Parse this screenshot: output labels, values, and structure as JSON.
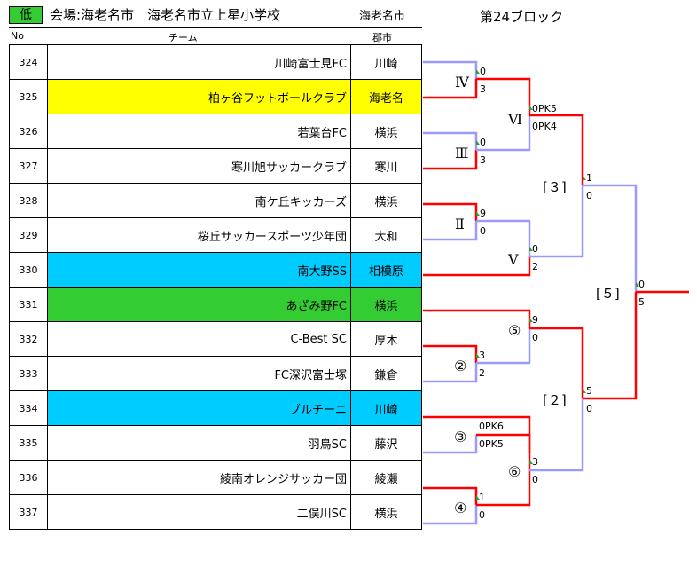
{
  "header": {
    "level": "低",
    "venue": "会場:海老名市　海老名市立上星小学校",
    "city": "海老名市",
    "block": "第24ブロック"
  },
  "columns": {
    "no": "No",
    "team": "チーム",
    "city": "郡市"
  },
  "teams": [
    {
      "no": "324",
      "name": "川崎富士見FC",
      "city": "川崎",
      "highlight": ""
    },
    {
      "no": "325",
      "name": "柏ヶ谷フットボールクラブ",
      "city": "海老名",
      "highlight": "#ffff00"
    },
    {
      "no": "326",
      "name": "若葉台FC",
      "city": "横浜",
      "highlight": ""
    },
    {
      "no": "327",
      "name": "寒川旭サッカークラブ",
      "city": "寒川",
      "highlight": ""
    },
    {
      "no": "328",
      "name": "南ケ丘キッカーズ",
      "city": "横浜",
      "highlight": ""
    },
    {
      "no": "329",
      "name": "桜丘サッカースポーツ少年団",
      "city": "大和",
      "highlight": ""
    },
    {
      "no": "330",
      "name": "南大野SS",
      "city": "相模原",
      "highlight": "#00ccff"
    },
    {
      "no": "331",
      "name": "あざみ野FC",
      "city": "横浜",
      "highlight": "#33cc33"
    },
    {
      "no": "332",
      "name": "C-Best SC",
      "city": "厚木",
      "highlight": ""
    },
    {
      "no": "333",
      "name": "FC深沢富士塚",
      "city": "鎌倉",
      "highlight": ""
    },
    {
      "no": "334",
      "name": "ブルチーニ",
      "city": "川崎",
      "highlight": "#00ccff"
    },
    {
      "no": "335",
      "name": "羽鳥SC",
      "city": "藤沢",
      "highlight": ""
    },
    {
      "no": "336",
      "name": "綾南オレンジサッカー団",
      "city": "綾瀬",
      "highlight": ""
    },
    {
      "no": "337",
      "name": "二俣川SC",
      "city": "横浜",
      "highlight": ""
    }
  ],
  "matches": {
    "m4": {
      "label": "Ⅳ",
      "top": "0",
      "bottom": "3"
    },
    "m3": {
      "label": "Ⅲ",
      "top": "0",
      "bottom": "3"
    },
    "m2": {
      "label": "Ⅱ",
      "top": "9",
      "bottom": "0"
    },
    "m5": {
      "label": "Ⅴ",
      "top": "0",
      "bottom": "2"
    },
    "m6": {
      "label": "Ⅵ",
      "top": "0PK5",
      "bottom": "0PK4"
    },
    "mb3": {
      "label": "[３]",
      "top": "1",
      "bottom": "0"
    },
    "c2": {
      "label": "②",
      "top": "3",
      "bottom": "2"
    },
    "c3": {
      "label": "③",
      "top": "0PK6",
      "bottom": "0PK5"
    },
    "c4": {
      "label": "④",
      "top": "1",
      "bottom": "0"
    },
    "c5": {
      "label": "⑤",
      "top": "9",
      "bottom": "0"
    },
    "c6": {
      "label": "⑥",
      "top": "3",
      "bottom": "0"
    },
    "mb2": {
      "label": "[２]",
      "top": "5",
      "bottom": "0"
    },
    "final": {
      "label": "[５]",
      "top": "0",
      "bottom": "5"
    }
  },
  "colors": {
    "winner": "#ff0000",
    "loser": "#9999ff",
    "tick": "#339933"
  }
}
